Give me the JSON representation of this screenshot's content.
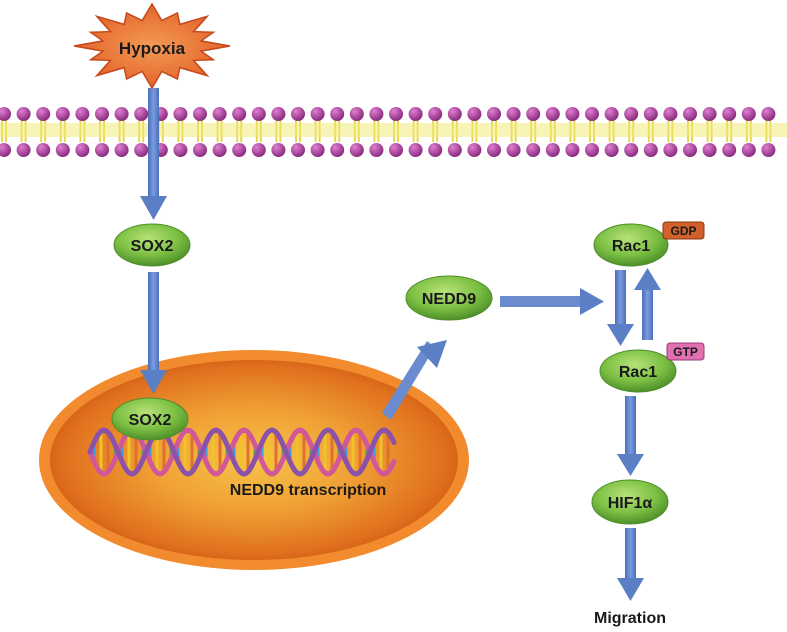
{
  "stimulus": {
    "label": "Hypoxia"
  },
  "nodes": {
    "sox2_cytoplasm": "SOX2",
    "sox2_nucleus": "SOX2",
    "transcription": "NEDD9 transcription",
    "nedd9": "NEDD9",
    "rac1_gdp": "Rac1",
    "rac1_gtp": "Rac1",
    "hif1a": "HIF1α",
    "migration": "Migration"
  },
  "tags": {
    "gdp": "GDP",
    "gtp": "GTP"
  },
  "colors": {
    "starburst": "#e8642a",
    "node_green": "#7cc043",
    "node_green_dark": "#4f8f2a",
    "arrow": "#5b7fc4",
    "membrane_head": "#a53a97",
    "membrane_tail": "#f0e56a",
    "nucleus_outer": "#f28a2e",
    "nucleus_inner": "#d65a12",
    "tag_gdp": "#d2602a",
    "tag_gtp": "#e070b0"
  }
}
